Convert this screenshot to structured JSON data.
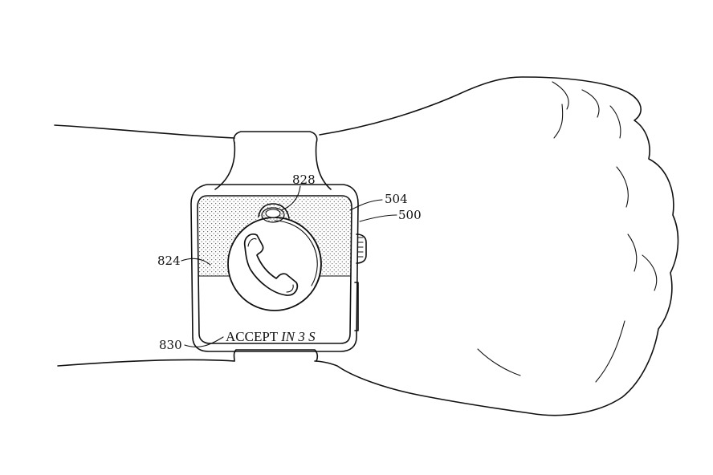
{
  "figure": {
    "reference_numerals": {
      "device": "500",
      "display": "504",
      "background_region": "824",
      "indicator": "828",
      "accept_text_element": "830"
    },
    "screen_text": {
      "accept_prefix": "ACCEPT ",
      "accept_countdown": "IN 3 S"
    },
    "icons": {
      "center": "phone-handset-icon",
      "indicator": "dot-icon"
    }
  }
}
